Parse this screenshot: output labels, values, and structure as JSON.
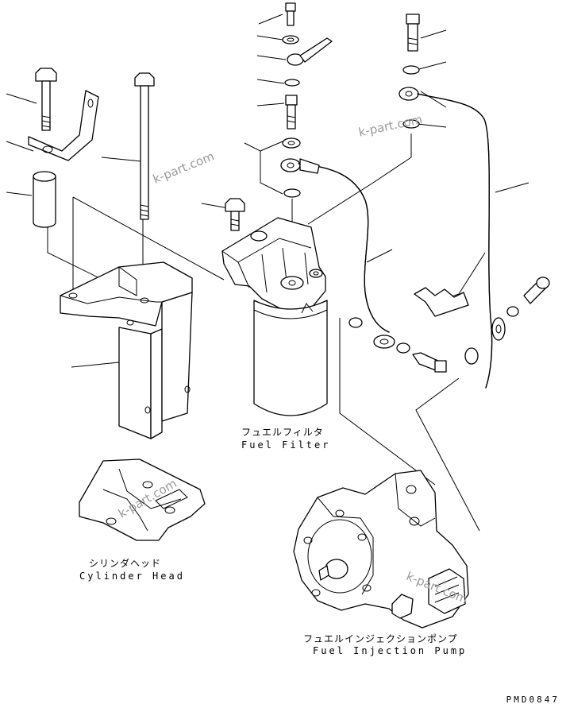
{
  "labels": {
    "fuel_filter_jp": "フュエルフィルタ",
    "fuel_filter_en": "Fuel Filter",
    "cylinder_head_jp": "シリンダヘッド",
    "cylinder_head_en": "Cylinder Head",
    "injection_pump_jp": "フュエルインジェクションポンプ",
    "injection_pump_en": "Fuel Injection Pump"
  },
  "watermark": "k-part.com",
  "drawing_code": "PMD0847"
}
